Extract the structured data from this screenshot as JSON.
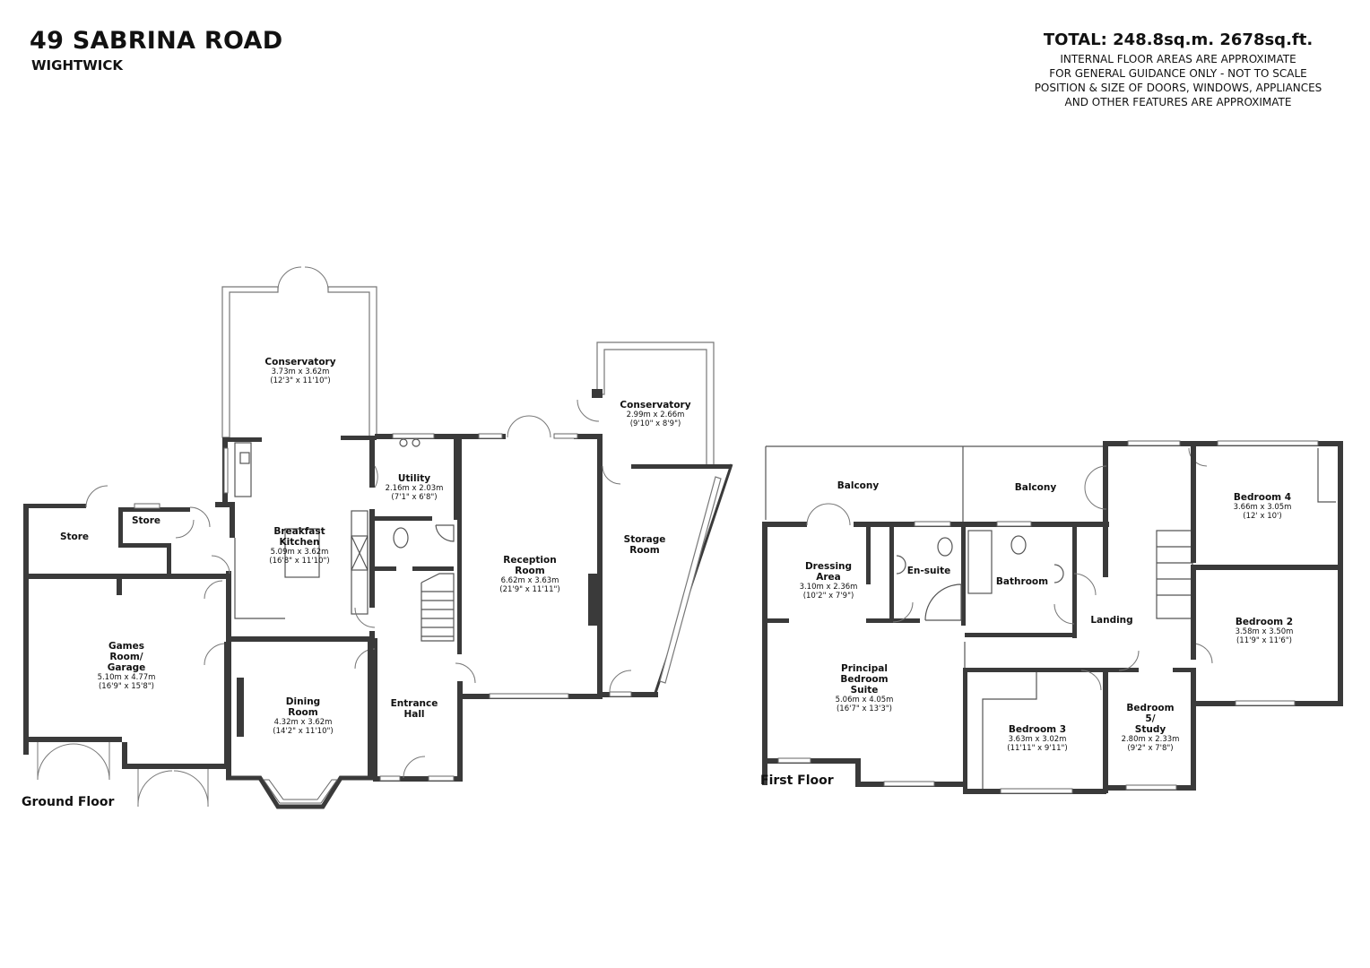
{
  "header": {
    "title": "49 SABRINA ROAD",
    "location": "WIGHTWICK",
    "total": "TOTAL:  248.8sq.m.  2678sq.ft.",
    "notes": [
      "INTERNAL FLOOR AREAS ARE APPROXIMATE",
      "FOR GENERAL GUIDANCE ONLY - NOT TO SCALE",
      "POSITION & SIZE OF DOORS, WINDOWS, APPLIANCES",
      "AND OTHER FEATURES ARE APPROXIMATE"
    ]
  },
  "floors": {
    "ground": "Ground Floor",
    "first": "First Floor"
  },
  "ground_rooms": {
    "conservatory": {
      "name": "Conservatory",
      "metric": "3.73m x 3.62m",
      "imperial": "(12'3\" x 11'10\")"
    },
    "conservatory_small": {
      "name": "Conservatory",
      "metric": "2.99m x 2.66m",
      "imperial": "(9'10\" x 8'9\")"
    },
    "utility": {
      "name": "Utility",
      "metric": "2.16m x 2.03m",
      "imperial": "(7'1\" x 6'8\")"
    },
    "store_left": {
      "name": "Store"
    },
    "store_mid": {
      "name": "Store"
    },
    "breakfast_kitchen": {
      "name": "Breakfast\nKitchen",
      "metric": "5.09m x 3.62m",
      "imperial": "(16'8\" x 11'10\")"
    },
    "reception": {
      "name": "Reception\nRoom",
      "metric": "6.62m x 3.63m",
      "imperial": "(21'9\" x 11'11\")"
    },
    "storage": {
      "name": "Storage\nRoom"
    },
    "games": {
      "name": "Games\nRoom/\nGarage",
      "metric": "5.10m x 4.77m",
      "imperial": "(16'9\" x 15'8\")"
    },
    "dining": {
      "name": "Dining\nRoom",
      "metric": "4.32m x 3.62m",
      "imperial": "(14'2\" x 11'10\")"
    },
    "entrance": {
      "name": "Entrance\nHall"
    }
  },
  "first_rooms": {
    "balcony_left": {
      "name": "Balcony"
    },
    "balcony_right": {
      "name": "Balcony"
    },
    "dressing": {
      "name": "Dressing\nArea",
      "metric": "3.10m x 2.36m",
      "imperial": "(10'2\" x 7'9\")"
    },
    "ensuite": {
      "name": "En-suite"
    },
    "bathroom": {
      "name": "Bathroom"
    },
    "bedroom4": {
      "name": "Bedroom 4",
      "metric": "3.66m x 3.05m",
      "imperial": "(12' x 10')"
    },
    "bedroom2": {
      "name": "Bedroom 2",
      "metric": "3.58m x 3.50m",
      "imperial": "(11'9\" x 11'6\")"
    },
    "landing": {
      "name": "Landing"
    },
    "principal": {
      "name": "Principal\nBedroom\nSuite",
      "metric": "5.06m x 4.05m",
      "imperial": "(16'7\" x 13'3\")"
    },
    "bedroom3": {
      "name": "Bedroom 3",
      "metric": "3.63m x 3.02m",
      "imperial": "(11'11\" x 9'11\")"
    },
    "bedroom5": {
      "name": "Bedroom\n5/\nStudy",
      "metric": "2.80m x 2.33m",
      "imperial": "(9'2\" x 7'8\")"
    }
  }
}
